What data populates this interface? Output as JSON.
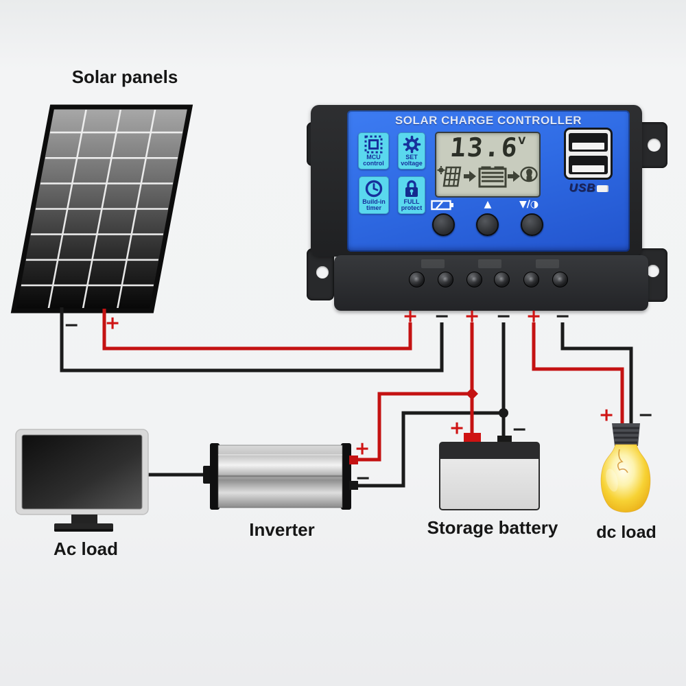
{
  "colors": {
    "wire_red": "#c41212",
    "wire_black": "#1b1b1b",
    "panel_blue": "#2f6be4",
    "button_cyan": "#5ad8ee",
    "button_text_navy": "#17309c",
    "lcd_background": "#c8ccbe",
    "bulb_yellow": "#f2c41f"
  },
  "labels": {
    "solar_panels": "Solar panels",
    "ac_load": "Ac load",
    "inverter": "Inverter",
    "storage_battery": "Storage battery",
    "dc_load": "dc load"
  },
  "controller": {
    "title": "SOLAR CHARGE CONTROLLER",
    "buttons": [
      {
        "line1": "MCU",
        "line2": "control",
        "icon": "chip-icon"
      },
      {
        "line1": "SET",
        "line2": "voltage",
        "icon": "gear-icon"
      },
      {
        "line1": "Build-in",
        "line2": "timer",
        "icon": "clock-icon"
      },
      {
        "line1": "FULL",
        "line2": "protect",
        "icon": "lock-icon"
      }
    ],
    "lcd": {
      "voltage": "13.6",
      "unit": "V"
    },
    "indicators": {
      "select": "▲",
      "adjust": "▼/◑"
    },
    "usb_label": "USB"
  },
  "marks": {
    "panel_minus": "−",
    "panel_plus": "+",
    "t1_plus": "+",
    "t2_minus": "−",
    "t3_plus": "+",
    "t4_minus": "−",
    "t5_plus": "+",
    "t6_minus": "−",
    "inverter_plus": "+",
    "inverter_minus": "−",
    "battery_plus": "+",
    "battery_minus": "−",
    "dc_plus": "+",
    "dc_minus": "−"
  }
}
